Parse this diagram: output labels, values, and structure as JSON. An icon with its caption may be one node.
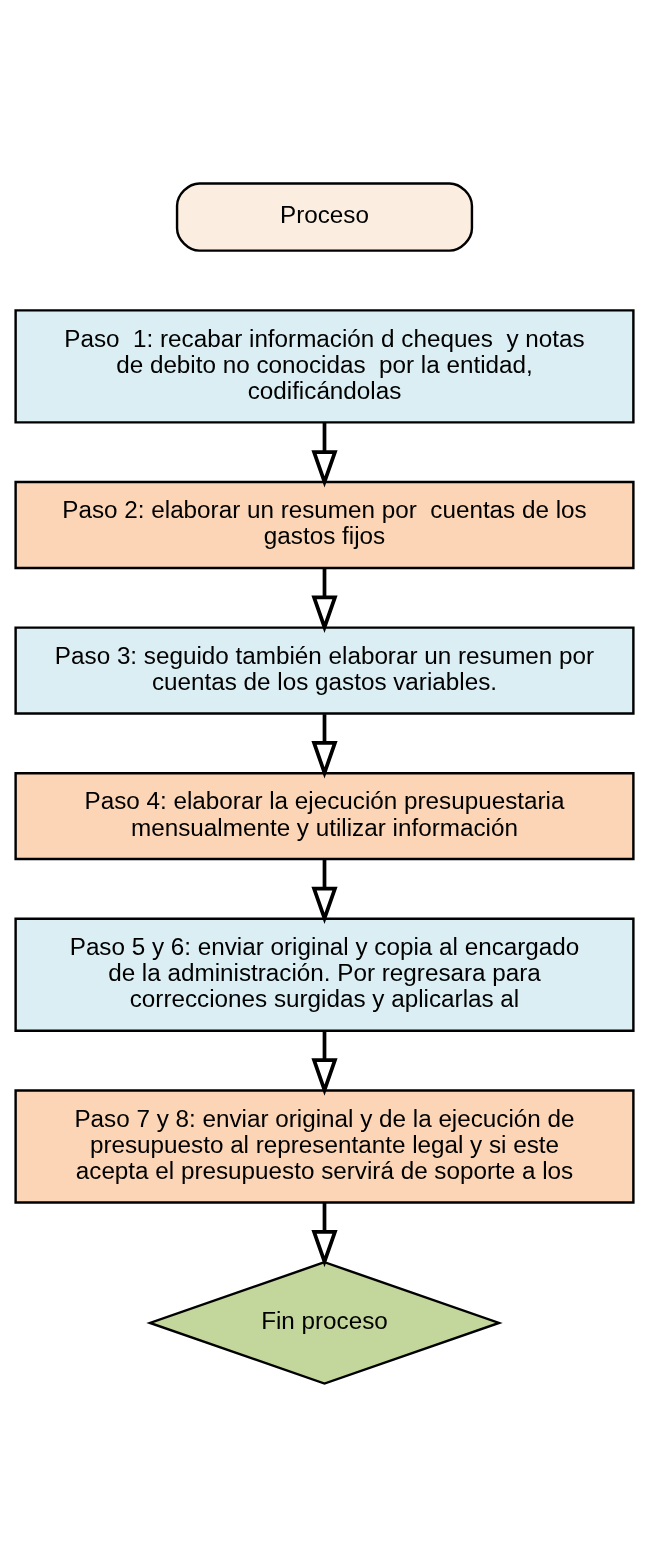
{
  "diagram": {
    "nodes": [
      {
        "text": [
          "Proceso"
        ]
      },
      {
        "text": [
          "Paso  1: recabar información d cheques  y notas de debito no conocidas  por la entidad, codificándolas"
        ]
      },
      {
        "text": [
          "Paso 2: elaborar un resumen por  cuentas de los gastos fijos"
        ]
      },
      {
        "text": [
          "Paso 3: seguido también elaborar un resumen por cuentas de los gastos variables."
        ]
      },
      {
        "text": [
          "Paso 4: elaborar la ejecución presupuestaria mensualmente y utilizar información"
        ]
      },
      {
        "text": [
          "Paso 5 y 6: enviar original y copia al encargado de la administración. Por regresara para correcciones surgidas y aplicarlas al"
        ]
      },
      {
        "text": [
          "Paso 7 y 8: enviar original y de la ejecución de presupuesto al representante legal y si este acepta el presupuesto servirá de soporte a los"
        ]
      },
      {
        "text": [
          "Fin proceso"
        ]
      }
    ],
    "edges": [
      {
        "from": 1,
        "to": 2,
        "arrow": "to"
      },
      {
        "from": 2,
        "to": 3,
        "arrow": "to"
      },
      {
        "from": 3,
        "to": 4,
        "arrow": "to"
      },
      {
        "from": 4,
        "to": 5,
        "arrow": "to"
      },
      {
        "from": 5,
        "to": 6,
        "arrow": "to"
      },
      {
        "from": 6,
        "to": 7,
        "arrow": "to"
      }
    ]
  }
}
